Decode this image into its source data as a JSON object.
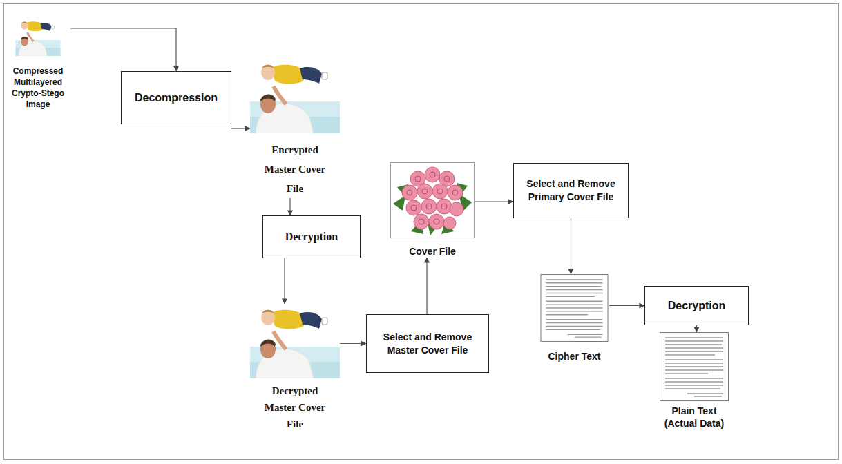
{
  "diagram": {
    "nodes": [
      {
        "text": [
          "Compressed Multilayered Crypto-Stego Image"
        ]
      },
      {
        "text": [
          "Decompression"
        ]
      },
      {
        "text": [
          "Encrypted Master Cover File"
        ]
      },
      {
        "text": [
          "Decryption"
        ]
      },
      {
        "text": [
          "Decrypted Master Cover File"
        ]
      },
      {
        "text": [
          "Select and Remove Master Cover File"
        ]
      },
      {
        "text": [
          "Cover File"
        ]
      },
      {
        "text": [
          "Select and Remove Primary Cover File"
        ]
      },
      {
        "text": [
          "Cipher Text"
        ]
      },
      {
        "text": [
          "Decryption"
        ]
      },
      {
        "text": [
          "Plain Text (Actual Data)"
        ]
      }
    ],
    "edges": [
      {
        "from": 0,
        "to": 1,
        "arrow": "to"
      },
      {
        "from": 1,
        "to": 2,
        "arrow": "to"
      },
      {
        "from": 2,
        "to": 3,
        "arrow": "to"
      },
      {
        "from": 3,
        "to": 4,
        "arrow": "to"
      },
      {
        "from": 4,
        "to": 5,
        "arrow": "to"
      },
      {
        "from": 5,
        "to": 6,
        "arrow": "to"
      },
      {
        "from": 6,
        "to": 7,
        "arrow": "to"
      },
      {
        "from": 7,
        "to": 8,
        "arrow": "to"
      },
      {
        "from": 8,
        "to": 9,
        "arrow": "to"
      },
      {
        "from": 9,
        "to": 10,
        "arrow": "to"
      }
    ]
  }
}
